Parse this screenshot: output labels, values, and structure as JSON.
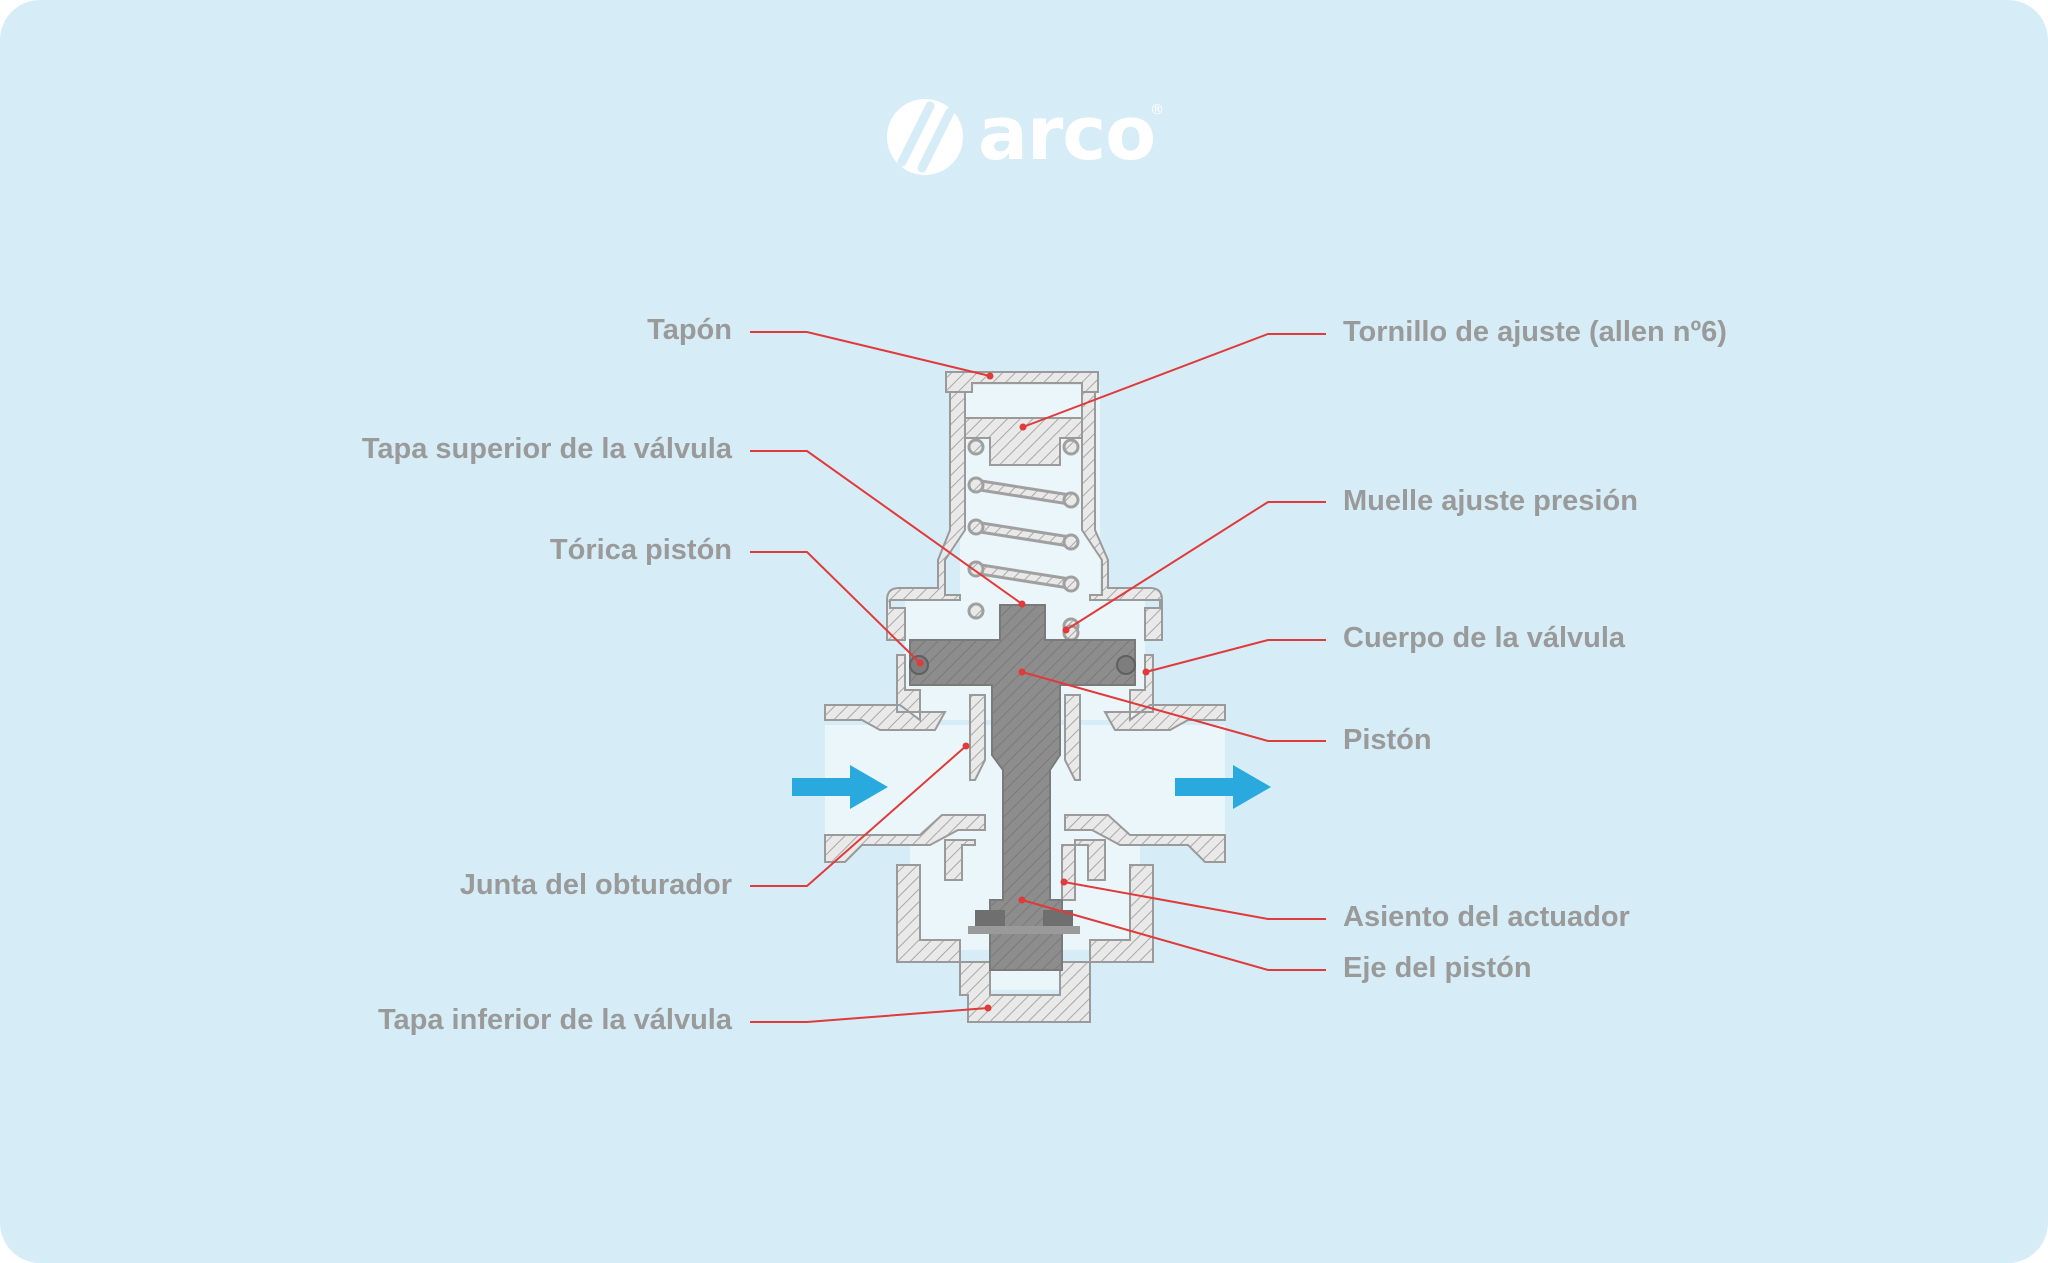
{
  "brand": {
    "name": "arco",
    "registered_mark": "®",
    "color": "#ffffff"
  },
  "diagram": {
    "leader_color": "#e03a3a",
    "flow_arrow_color": "#2aa9de",
    "labels_left": [
      "Tapón",
      "Tapa superior de la válvula",
      "Tórica pistón",
      "Junta del obturador",
      "Tapa inferior de la válvula"
    ],
    "labels_right": [
      "Tornillo de ajuste (allen nº6)",
      "Muelle ajuste presión",
      "Cuerpo de la válvula",
      "Pistón",
      "Asiento del actuador",
      "Eje del pistón"
    ]
  }
}
